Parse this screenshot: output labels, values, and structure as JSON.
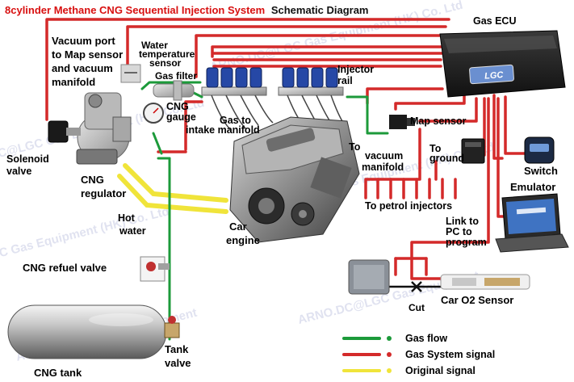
{
  "title": {
    "red_part": "8cylinder Methane CNG Sequential Injection System",
    "black_part": "Schematic Diagram"
  },
  "labels": {
    "gas_ecu": "Gas ECU",
    "vacuum_port": [
      "Vacuum port",
      "to Map sensor",
      "and vacuum",
      "manifold"
    ],
    "water_temp": [
      "Water",
      "temperature",
      "sensor"
    ],
    "gas_filter": "Gas filter",
    "injector_rail": [
      "Injector",
      "rail"
    ],
    "cng_gauge": [
      "CNG",
      "gauge"
    ],
    "gas_to_intake": [
      "Gas to",
      "intake manifold"
    ],
    "map_sensor": "Map sensor",
    "solenoid_valve": [
      "Solenoid",
      "valve"
    ],
    "cng_regulator": [
      "CNG",
      "regulator"
    ],
    "to_vacuum_manifold": [
      "To",
      "vacuum",
      "manifold"
    ],
    "to_ground": [
      "To",
      "ground"
    ],
    "switch": "Switch",
    "emulator": "Emulator",
    "to_petrol_injectors": "To petrol injectors",
    "hot_water": [
      "Hot",
      "water"
    ],
    "car_engine": [
      "Car",
      "engine"
    ],
    "link_to_pc": [
      "Link to",
      "PC to",
      "program"
    ],
    "cng_refuel_valve": "CNG refuel valve",
    "car_o2_sensor": "Car O2 Sensor",
    "cut": "Cut",
    "cng_tank": "CNG tank",
    "tank_valve": [
      "Tank",
      "valve"
    ]
  },
  "legend": [
    {
      "label": "Gas flow",
      "color": "#1c9a3a"
    },
    {
      "label": "Gas System signal",
      "color": "#d42a2a"
    },
    {
      "label": "Original signal",
      "color": "#f0e43a"
    }
  ],
  "watermark_lines": [
    "ARNO.DC@LGC Gas Equipment (HK) Co. Ltd",
    "LGC Gas Equipment (HK) Co. Ltd",
    "ARNO.DC@LGC Gas Equipment"
  ],
  "ecu_logo_text": "LGC",
  "colors": {
    "title_red": "#d81010",
    "gas_flow": "#1c9a3a",
    "signal": "#d42a2a",
    "original": "#f0e43a"
  }
}
